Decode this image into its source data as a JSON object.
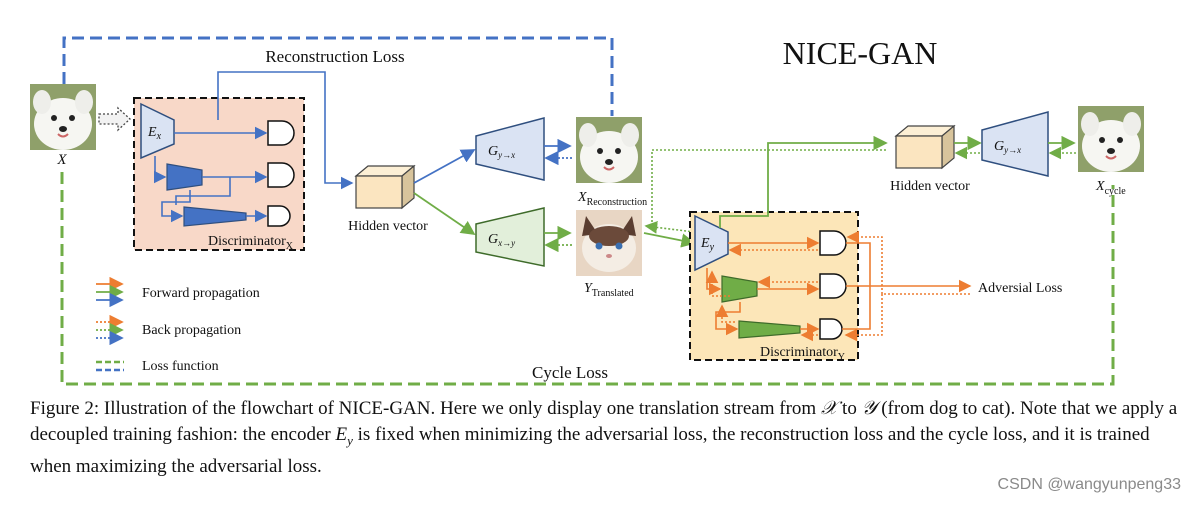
{
  "title": "NICE-GAN",
  "labels": {
    "reconstruction_loss": "Reconstruction Loss",
    "cycle_loss": "Cycle Loss",
    "adversarial_loss": "Adversial Loss",
    "hidden_vector_left": "Hidden vector",
    "hidden_vector_right": "Hidden vector",
    "input_x": "X",
    "x_reconstruction_main": "X",
    "x_reconstruction_sub": "Reconstruction",
    "y_translated_main": "Y",
    "y_translated_sub": "Translated",
    "x_cycle_main": "X",
    "x_cycle_sub": "cycle",
    "discriminator_x_main": "Discriminator",
    "discriminator_x_sub": "X",
    "discriminator_y_main": "Discriminator",
    "discriminator_y_sub": "Y",
    "encoder_x_main": "E",
    "encoder_x_sub": "x",
    "encoder_y_main": "E",
    "encoder_y_sub": "y",
    "generator_yx_main": "G",
    "generator_yx_sub": "y→x",
    "generator_xy_main": "G",
    "generator_xy_sub": "x→y",
    "generator_yx2_main": "G",
    "generator_yx2_sub": "y→x"
  },
  "legend": {
    "forward": "Forward propagation",
    "back": "Back propagation",
    "loss": "Loss function"
  },
  "colors": {
    "blue": "#4472c4",
    "green": "#70ad47",
    "orange": "#ed7d31",
    "dashed_blue": "#4472c4",
    "dashed_green": "#70ad47",
    "disc_x_bg": "#f8d8c8",
    "disc_y_bg": "#fce6b8",
    "cube": "#fbe5c0"
  },
  "caption": {
    "lead": "Figure 2: Illustration of the flowchart of NICE-GAN. Here we only display one translation stream from ",
    "from_domain": "𝒳",
    "to_word": " to ",
    "to_domain": "𝒴",
    "mid": " (from dog to cat). Note that we apply a decoupled training fashion: the encoder ",
    "enc_main": "E",
    "enc_sub": "y",
    "tail": " is fixed when minimizing the adversarial loss, the reconstruction loss and the cycle loss, and it is trained when maximizing the adversarial loss."
  },
  "watermark": "CSDN @wangyunpeng33"
}
